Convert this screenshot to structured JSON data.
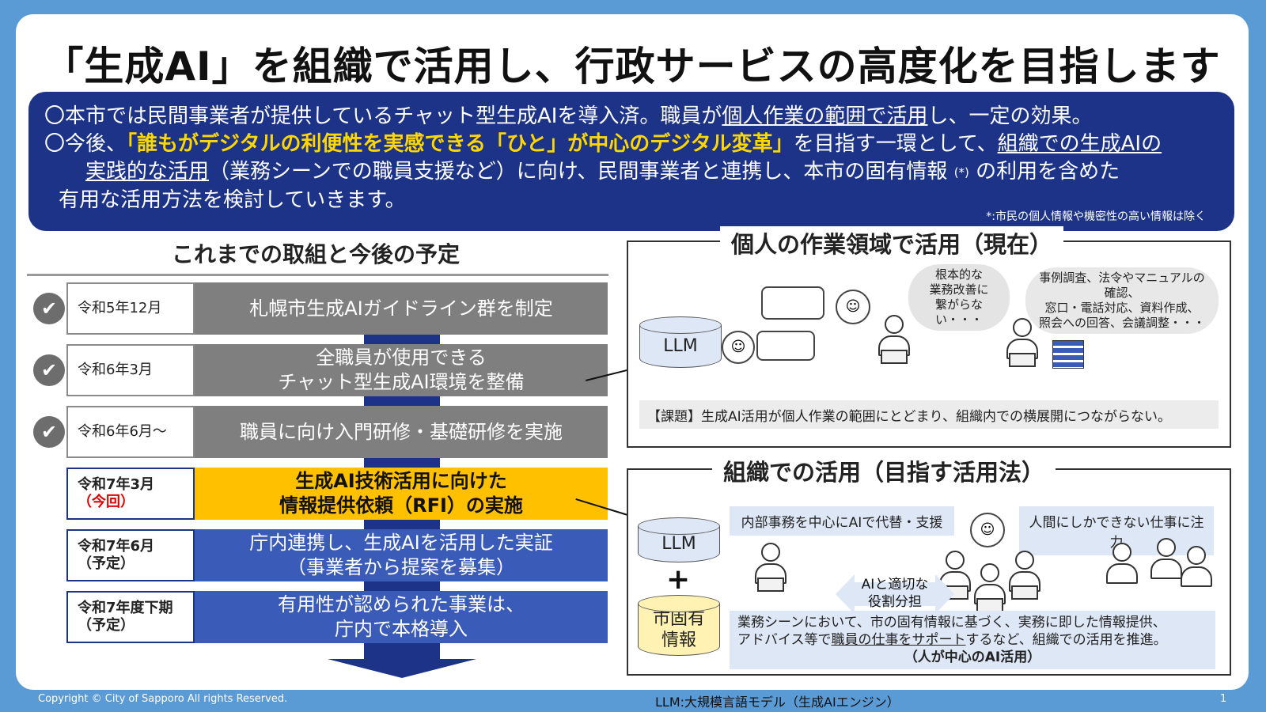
{
  "title": "「生成AI」を組織で活用し、行政サービスの高度化を目指します",
  "intro": {
    "l1_a": "〇本市では民間事業者が提供しているチャット型生成AIを導入済。職員が",
    "l1_u": "個人作業の範囲で活用",
    "l1_b": "し、一定の効果。",
    "l2_a": "〇今後、",
    "l2_hl": "「誰もがデジタルの利便性を実感できる「ひと」が中心のデジタル変革」",
    "l2_b": "を目指す一環として、",
    "l2_u": "組織での生成AIの",
    "l3_u": "実践的な活用",
    "l3_b": "（業務シーンでの職員支援など）に向け、民間事業者と連携し、本市の固有情報",
    "l3_sup": "(*)",
    "l3_c": "の利用を含めた",
    "l4": "有用な活用方法を検討していきます。",
    "footnote": "*:市民の個人情報や機密性の高い情報は除く"
  },
  "timeline": {
    "heading": "これまでの取組と今後の予定",
    "rows": [
      {
        "date": "令和5年12月",
        "date2": "",
        "text1": "札幌市生成AIガイドライン群を制定",
        "text2": ""
      },
      {
        "date": "令和6年3月",
        "date2": "",
        "text1": "全職員が使用できる",
        "text2": "チャット型生成AI環境を整備"
      },
      {
        "date": "令和6年6月～",
        "date2": "",
        "text1": "職員に向け入門研修・基礎研修を実施",
        "text2": ""
      },
      {
        "date": "令和7年3月",
        "date2": "（今回）",
        "text1": "生成AI技術活用に向けた",
        "text2": "情報提供依頼（RFI）の実施"
      },
      {
        "date": "令和7年6月",
        "date2": "（予定）",
        "text1": "庁内連携し、生成AIを活用した実証",
        "text2": "（事業者から提案を募集）"
      },
      {
        "date": "令和7年度下期",
        "date2": "（予定）",
        "text1": "有用性が認められた事業は、",
        "text2": "庁内で本格導入"
      }
    ],
    "check_glyph": "✔"
  },
  "panel_personal": {
    "title": "個人の作業領域で活用（現在）",
    "llm": "LLM",
    "thought1": [
      "根本的な",
      "業務改善に",
      "繋がらない・・・"
    ],
    "thought2": [
      "事例調査、法令やマニュアルの確認、",
      "窓口・電話対応、資料作成、",
      "照会への回答、会議調整・・・"
    ],
    "issue": "【課題】生成AI活用が個人作業の範囲にとどまり、組織内での横展開につながらない。"
  },
  "panel_org": {
    "title": "組織での活用（目指す活用法）",
    "llm": "LLM",
    "plus": "+",
    "local": [
      "市固有",
      "情報"
    ],
    "tag_left": "内部事務を中心にAIで代替・支援",
    "tag_right": "人間にしかできない仕事に注力",
    "arrow_text": [
      "AIと適切な",
      "役割分担"
    ],
    "desc1": "業務シーンにおいて、市の固有情報に基づく、実務に即した情報提供、",
    "desc2_a": "アドバイス等で",
    "desc2_u": "職員の仕事をサポート",
    "desc2_b": "するなど、組織での活用を推進。",
    "desc3": "（人が中心のAI活用）"
  },
  "footer": {
    "copyright": "Copyright © City of Sapporo All rights Reserved.",
    "llm_note": "LLM:大規模言語モデル（生成AIエンジン）",
    "page": "1"
  },
  "colors": {
    "navy": "#1c3387",
    "gold": "#ffd700",
    "current": "#ffc000",
    "done": "#7f7f7f",
    "future": "#3a5cb8",
    "frame": "#5b9bd5"
  }
}
